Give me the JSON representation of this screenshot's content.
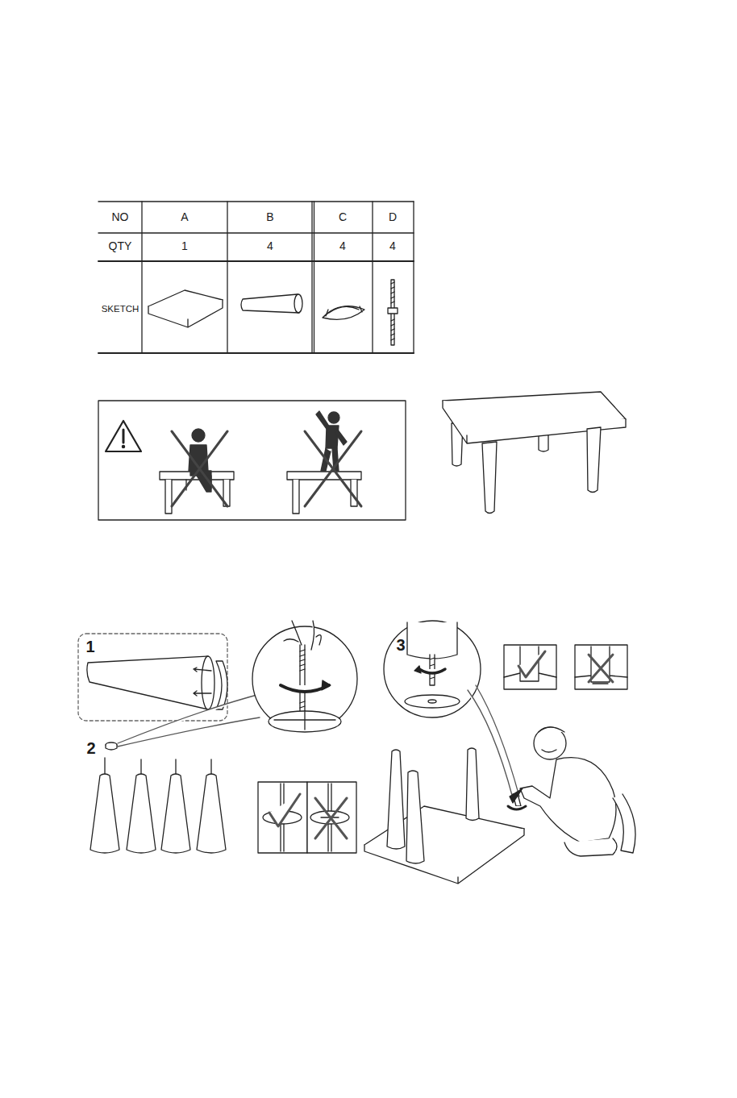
{
  "diagram": {
    "labels": [
      "NO",
      "A",
      "B",
      "C",
      "D",
      "QTY",
      "1",
      "4",
      "4",
      "4",
      "SKETCH",
      "1",
      "2",
      "3"
    ]
  }
}
